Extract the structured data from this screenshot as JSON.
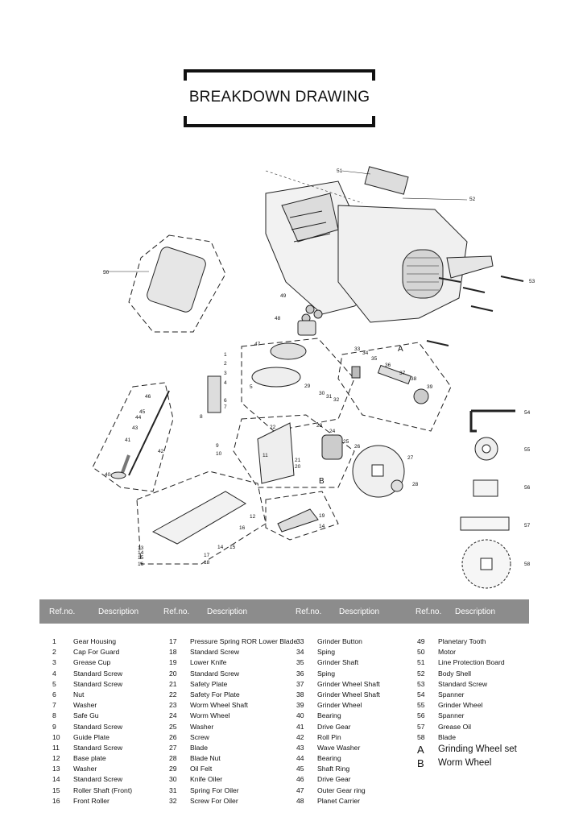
{
  "title": "BREAKDOWN DRAWING",
  "drawing": {
    "callouts": [
      "1",
      "2",
      "3",
      "4",
      "5",
      "6",
      "7",
      "8",
      "9",
      "10",
      "11",
      "12",
      "13",
      "14",
      "15",
      "16",
      "17",
      "18",
      "19",
      "20",
      "21",
      "22",
      "23",
      "24",
      "25",
      "26",
      "27",
      "28",
      "29",
      "30",
      "31",
      "32",
      "33",
      "34",
      "35",
      "36",
      "37",
      "38",
      "39",
      "40",
      "41",
      "42",
      "43",
      "44",
      "45",
      "46",
      "47",
      "48",
      "49",
      "50",
      "51",
      "52",
      "53",
      "54",
      "55",
      "56",
      "57",
      "58",
      "A",
      "B"
    ]
  },
  "table": {
    "headers": [
      "Ref.no.",
      "Description",
      "Ref.no.",
      "Description",
      "Ref.no.",
      "Description",
      "Ref.no.",
      "Description"
    ],
    "columns": [
      [
        {
          "ref": "1",
          "desc": "Gear Housing"
        },
        {
          "ref": "2",
          "desc": "Cap For Guard"
        },
        {
          "ref": "3",
          "desc": "Grease Cup"
        },
        {
          "ref": "4",
          "desc": "Standard Screw"
        },
        {
          "ref": "5",
          "desc": "Standard Screw"
        },
        {
          "ref": "6",
          "desc": "Nut"
        },
        {
          "ref": "7",
          "desc": "Washer"
        },
        {
          "ref": "8",
          "desc": "Safe Gu"
        },
        {
          "ref": "9",
          "desc": "Standard Screw"
        },
        {
          "ref": "10",
          "desc": "Guide Plate"
        },
        {
          "ref": "11",
          "desc": "Standard Screw"
        },
        {
          "ref": "12",
          "desc": "Base plate"
        },
        {
          "ref": "13",
          "desc": "Washer"
        },
        {
          "ref": "14",
          "desc": "Standard Screw"
        },
        {
          "ref": "15",
          "desc": "Roller Shaft (Front)"
        },
        {
          "ref": "16",
          "desc": "Front Roller"
        }
      ],
      [
        {
          "ref": "17",
          "desc": "Pressure Spring ROR Lower Blade"
        },
        {
          "ref": "18",
          "desc": "Standard Screw"
        },
        {
          "ref": "19",
          "desc": "Lower Knife"
        },
        {
          "ref": "20",
          "desc": "Standard Screw"
        },
        {
          "ref": "21",
          "desc": "Safety Plate"
        },
        {
          "ref": "22",
          "desc": "Safety For Plate"
        },
        {
          "ref": "23",
          "desc": "Worm Wheel Shaft"
        },
        {
          "ref": "24",
          "desc": "Worm Wheel"
        },
        {
          "ref": "25",
          "desc": "Washer"
        },
        {
          "ref": "26",
          "desc": "Screw"
        },
        {
          "ref": "27",
          "desc": "Blade"
        },
        {
          "ref": "28",
          "desc": "Blade Nut"
        },
        {
          "ref": "29",
          "desc": "Oil Felt"
        },
        {
          "ref": "30",
          "desc": "Knife Oiler"
        },
        {
          "ref": "31",
          "desc": "Spring For Oiler"
        },
        {
          "ref": "32",
          "desc": "Screw For Oiler"
        }
      ],
      [
        {
          "ref": "33",
          "desc": "Grinder Button"
        },
        {
          "ref": "34",
          "desc": "Sping"
        },
        {
          "ref": "35",
          "desc": "Grinder Shaft"
        },
        {
          "ref": "36",
          "desc": "Sping"
        },
        {
          "ref": "37",
          "desc": "Grinder Wheel Shaft"
        },
        {
          "ref": "38",
          "desc": "Grinder Wheel Shaft"
        },
        {
          "ref": "39",
          "desc": "Grinder Wheel"
        },
        {
          "ref": "40",
          "desc": "Bearing"
        },
        {
          "ref": "41",
          "desc": "Drive Gear"
        },
        {
          "ref": "42",
          "desc": "Roll Pin"
        },
        {
          "ref": "43",
          "desc": "Wave Washer"
        },
        {
          "ref": "44",
          "desc": "Bearing"
        },
        {
          "ref": "45",
          "desc": "Shaft Ring"
        },
        {
          "ref": "46",
          "desc": "Drive Gear"
        },
        {
          "ref": "47",
          "desc": "Outer Gear ring"
        },
        {
          "ref": "48",
          "desc": "Planet Carrier"
        }
      ],
      [
        {
          "ref": "49",
          "desc": "Planetary Tooth"
        },
        {
          "ref": "50",
          "desc": "Motor"
        },
        {
          "ref": "51",
          "desc": "Line Protection Board"
        },
        {
          "ref": "52",
          "desc": "Body Shell"
        },
        {
          "ref": "53",
          "desc": "Standard Screw"
        },
        {
          "ref": "54",
          "desc": "Spanner"
        },
        {
          "ref": "55",
          "desc": "Grinder Wheel"
        },
        {
          "ref": "56",
          "desc": "Spanner"
        },
        {
          "ref": "57",
          "desc": "Grease Oil"
        },
        {
          "ref": "58",
          "desc": "Blade"
        },
        {
          "ref": "A",
          "desc": "Grinding Wheel set"
        },
        {
          "ref": "B",
          "desc": "Worm Wheel"
        }
      ]
    ]
  }
}
